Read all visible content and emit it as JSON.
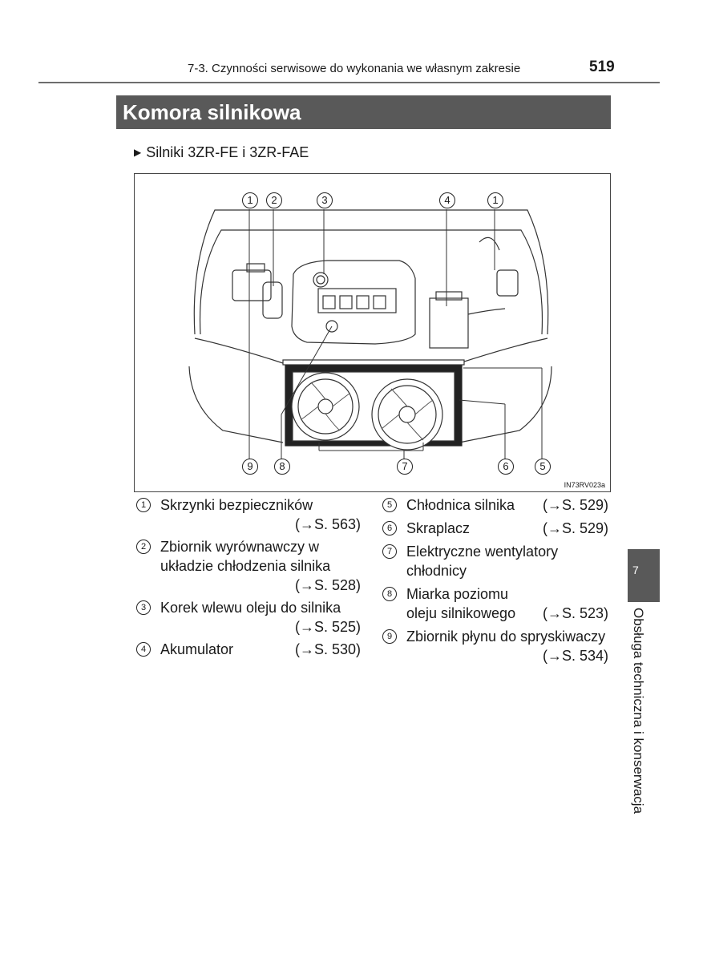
{
  "header": {
    "section": "7-3. Czynności serwisowe do wykonania we własnym zakresie",
    "page_number": "519"
  },
  "title": "Komora silnikowa",
  "subheading": "Silniki 3ZR-FE i 3ZR-FAE",
  "figure": {
    "code": "IN73RV023a",
    "callouts_top": [
      "1",
      "2",
      "3",
      "4",
      "1"
    ],
    "callouts_bottom": [
      "9",
      "8",
      "7",
      "6",
      "5"
    ]
  },
  "items_left": [
    {
      "num": "1",
      "label": "Skrzynki bezpieczników",
      "ref": "(→S. 563)"
    },
    {
      "num": "2",
      "label": "Zbiornik wyrównawczy w układzie chłodzenia silnika",
      "ref": "(→S. 528)"
    },
    {
      "num": "3",
      "label": "Korek wlewu oleju do silnika",
      "ref": "(→S. 525)"
    },
    {
      "num": "4",
      "label": "Akumulator",
      "ref": "(→S. 530)"
    }
  ],
  "items_right": [
    {
      "num": "5",
      "label": "Chłodnica silnika",
      "ref": "(→S. 529)"
    },
    {
      "num": "6",
      "label": "Skraplacz",
      "ref": "(→S. 529)"
    },
    {
      "num": "7",
      "label": "Elektryczne wentylatory chłodnicy",
      "ref": ""
    },
    {
      "num": "8",
      "label": "Miarka poziomu oleju silnikowego",
      "ref": "(→S. 523)"
    },
    {
      "num": "9",
      "label": "Zbiornik płynu do spryskiwaczy",
      "ref": "(→S. 534)"
    }
  ],
  "side_tab": {
    "number": "7",
    "text": "Obsługa techniczna i konserwacja"
  }
}
